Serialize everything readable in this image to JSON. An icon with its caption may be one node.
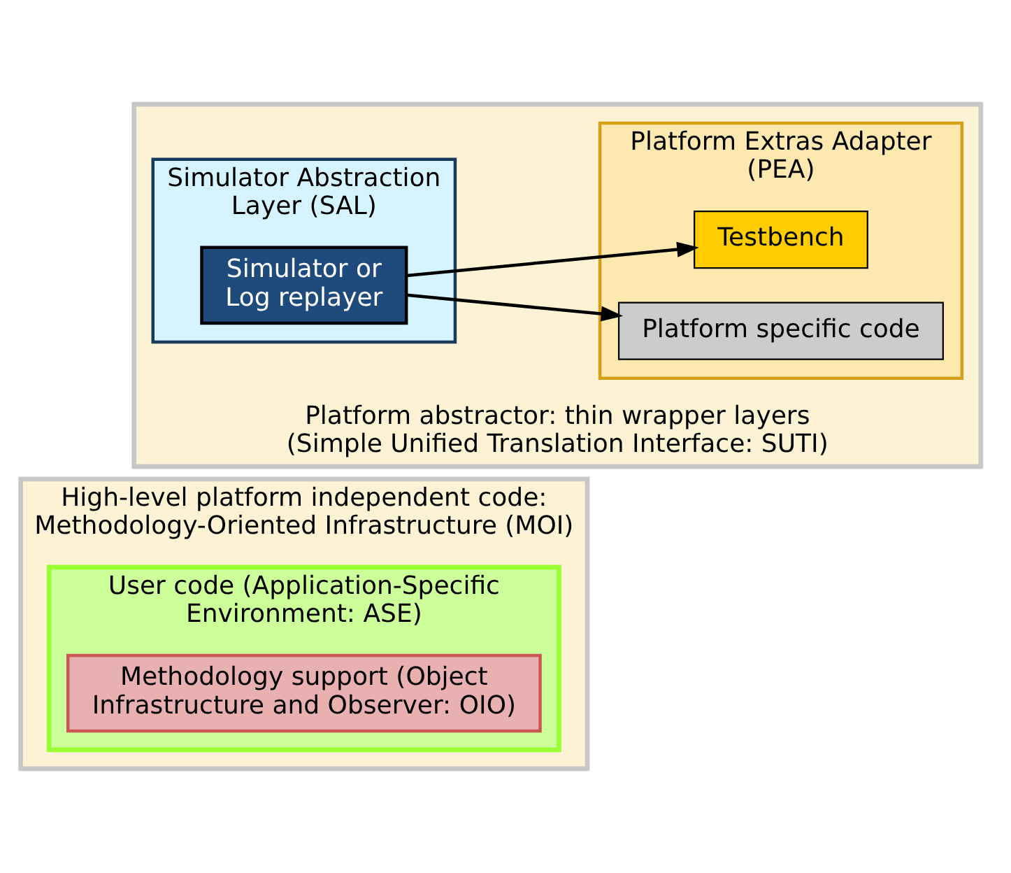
{
  "diagram": {
    "nodes": [
      {
        "text": [
          "High-level platform independent code: Methodology-Oriented Infrastructure (MOI)"
        ]
      },
      {
        "text": [
          "User code (Application-Specific Environment: ASE)"
        ],
        "in": 0
      },
      {
        "text": [
          "Methodology support (Object Infrastructure and Observer: OIO)"
        ],
        "in": 1
      },
      {
        "text": [
          "Platform abstractor: thin wrapper layers (Simple Unified Translation Interface: SUTI)"
        ]
      },
      {
        "text": [
          "Simulator Abstraction Layer (SAL)"
        ],
        "in": 3
      },
      {
        "text": [
          "Simulator or Log replayer"
        ],
        "in": 4
      },
      {
        "text": [
          "Platform Extras Adapter (PEA)"
        ],
        "in": 3
      },
      {
        "text": [
          "Testbench"
        ],
        "in": 6
      },
      {
        "text": [
          "Platform specific code"
        ],
        "in": 6
      }
    ],
    "edges": [
      {
        "from": 5,
        "to": 7,
        "arrow": "to"
      },
      {
        "from": 5,
        "to": 8,
        "arrow": "to"
      }
    ]
  }
}
